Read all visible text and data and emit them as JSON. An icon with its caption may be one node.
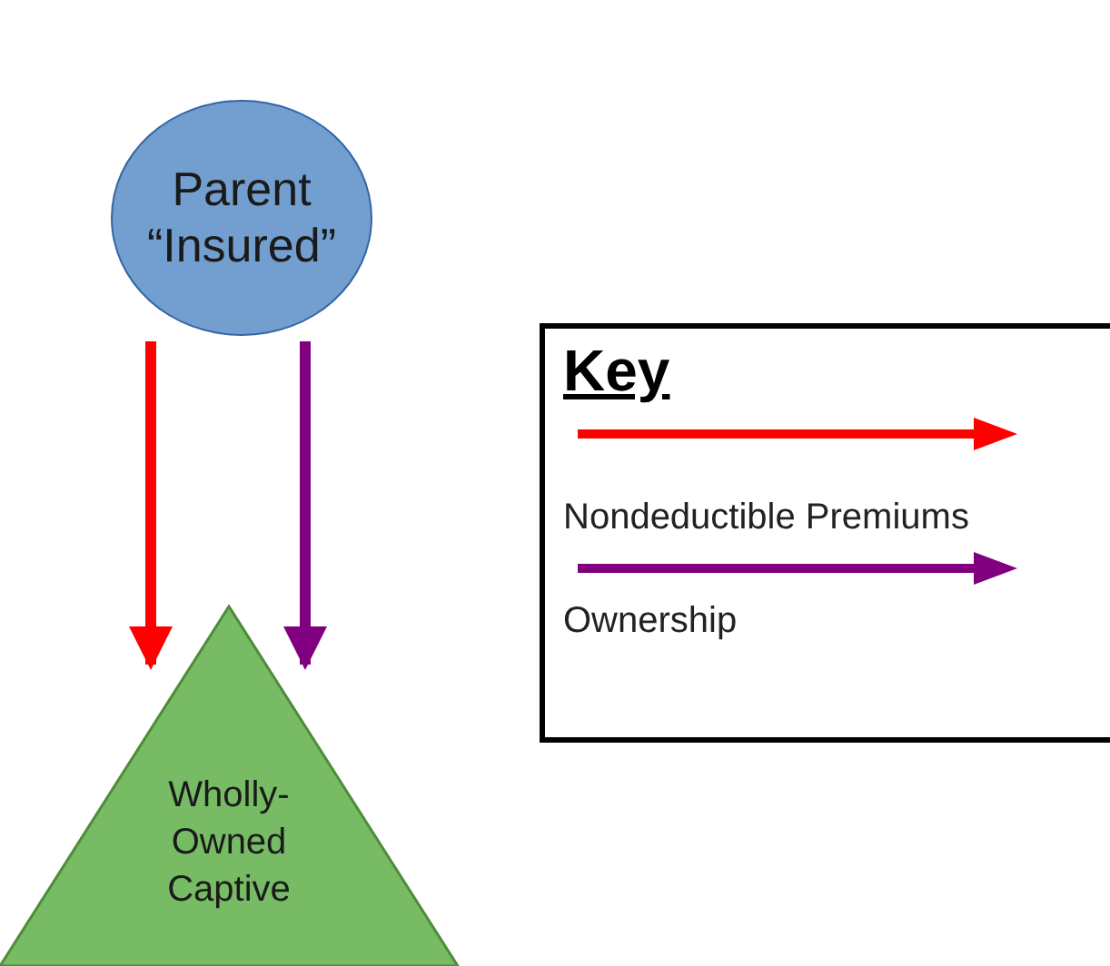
{
  "diagram": {
    "nodes": [
      {
        "text": [
          "Parent “Insured”"
        ]
      },
      {
        "text": [
          "Wholly-Owned Captive"
        ]
      }
    ],
    "edges": [
      {
        "from": 0,
        "to": 1,
        "arrow": "to",
        "color": "#ff0000"
      },
      {
        "from": 0,
        "to": 1,
        "arrow": "to",
        "color": "#800080"
      }
    ],
    "labels": [
      "Key"
    ],
    "legend": [
      {
        "text": "Nondeductible Premiums"
      },
      {
        "text": "Ownership"
      }
    ]
  }
}
